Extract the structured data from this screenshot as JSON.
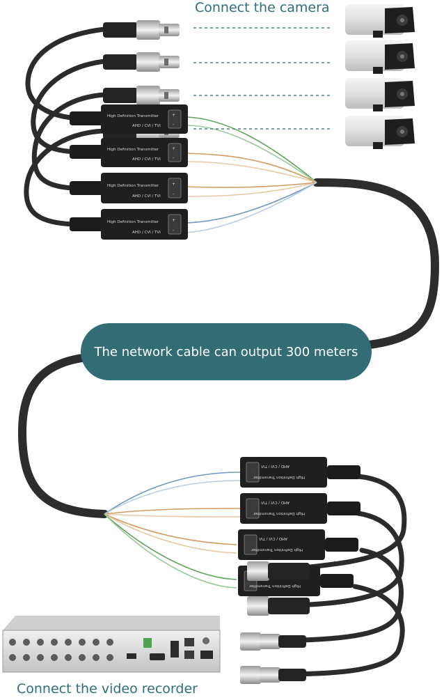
{
  "captions": {
    "camera": "Connect the camera",
    "recorder": "Connect the video recorder",
    "cable": "The network cable can output 300 meters"
  },
  "transmitter": {
    "title": "High Definition Transmitter",
    "modes": "AHD / CVI / TVI",
    "polarity_plus": "+",
    "polarity_minus": "-"
  },
  "colors": {
    "caption": "#2e6e78",
    "pill": "#326c74",
    "cable": "#303030",
    "wire_green": "#5fa45a",
    "wire_orange": "#d49a5e",
    "wire_blue": "#6f97bf"
  },
  "camera_count": 4,
  "balun_count": 8,
  "icons": [
    "bnc-connector-icon",
    "cctv-camera-icon",
    "video-balun-icon",
    "dvr-recorder-icon"
  ]
}
